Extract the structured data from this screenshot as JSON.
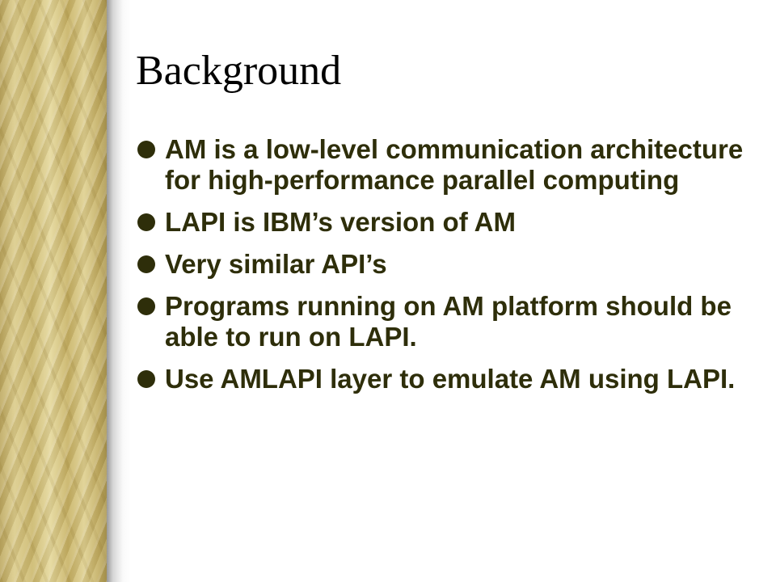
{
  "slide": {
    "title": "Background",
    "bullets": [
      {
        "text": "AM is a low-level communication architecture for high-performance parallel computing"
      },
      {
        "text": "LAPI is IBM’s version of AM"
      },
      {
        "text": "Very similar API’s"
      },
      {
        "text": "Programs running on AM platform should be able to run on LAPI."
      },
      {
        "text": "Use AMLAPI layer to emulate AM using LAPI."
      }
    ]
  },
  "colors": {
    "title": "#000000",
    "body_text": "#2e2e0a",
    "bullet": "#2e2e0a",
    "accent_strip": "#d2bf7a"
  },
  "icons": {
    "bullet": "filled-circle"
  }
}
